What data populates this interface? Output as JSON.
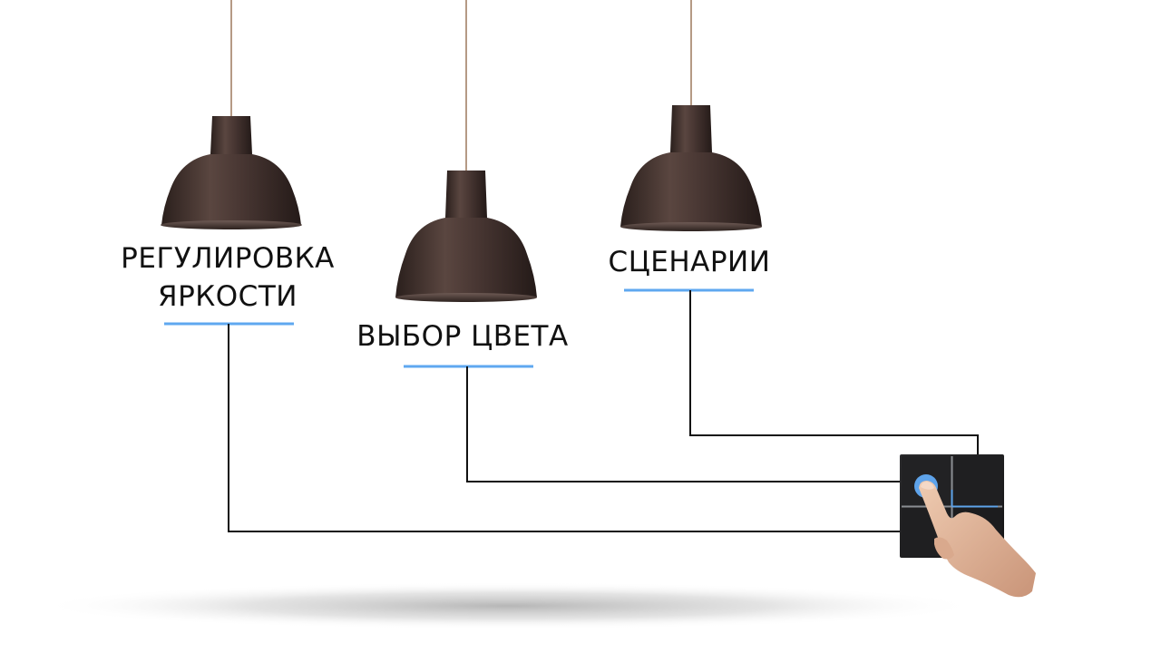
{
  "lamps": [
    {
      "label_lines": [
        "РЕГУЛИРОВКА",
        "ЯРКОСТИ"
      ]
    },
    {
      "label_lines": [
        "ВЫБОР ЦВЕТА"
      ]
    },
    {
      "label_lines": [
        "СЦЕНАРИИ"
      ]
    }
  ],
  "colors": {
    "lamp_shade": "#3a2b27",
    "cord": "#b59a85",
    "label_underline": "#5fa8f0",
    "wire": "#111111",
    "panel": "#1c1c1d",
    "panel_button_light": "#5ea3ea",
    "panel_trim": "#8a8d92",
    "hand": "#e2b99e"
  },
  "switch_panel": {
    "buttons": 4,
    "active_button": "top-left",
    "pressed_by": "hand-finger"
  }
}
